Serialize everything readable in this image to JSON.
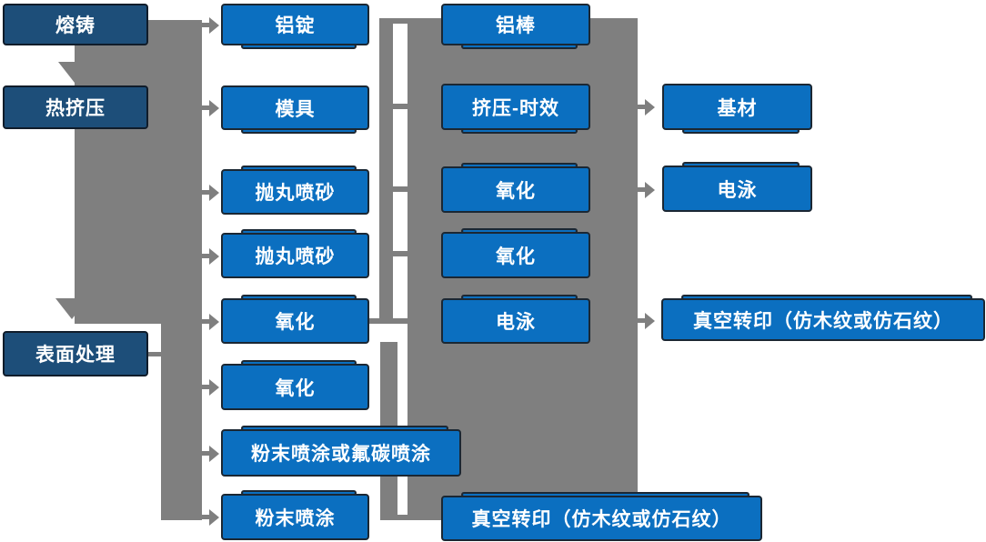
{
  "diagram": {
    "stage_column": [
      "熔铸",
      "热挤压",
      "表面处理"
    ],
    "process_column": [
      "铝锭",
      "模具",
      "抛丸喷砂",
      "抛丸喷砂",
      "氧化",
      "氧化",
      "粉末喷涂或氟碳喷涂",
      "粉末喷涂"
    ],
    "treatment_column": [
      "铝棒",
      "挤压-时效",
      "氧化",
      "氧化",
      "电泳",
      "真空转印（仿木纹或仿石纹）"
    ],
    "output_column": [
      "基材",
      "电泳",
      "真空转印（仿木纹或仿石纹）"
    ]
  },
  "colors": {
    "stage_box_fill": "#1D4E79",
    "process_box_fill": "#0B6FC0",
    "box_border": "#1B2733",
    "connector_gray": "#7F7F7F",
    "text": "#FFFFFF",
    "background": "#FFFFFF"
  }
}
